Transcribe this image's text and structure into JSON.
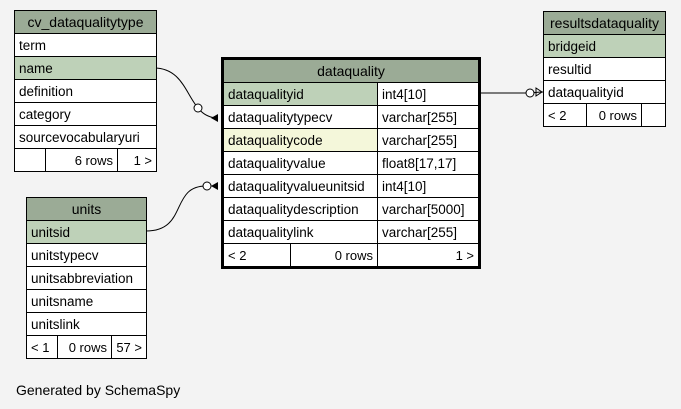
{
  "tables": {
    "cv_dataqualitytype": {
      "name": "cv_dataqualitytype",
      "columns": [
        "term",
        "name",
        "definition",
        "category",
        "sourcevocabularyuri"
      ],
      "footer": {
        "rows": "6 rows",
        "children": "1 >"
      }
    },
    "dataquality": {
      "name": "dataquality",
      "columns": [
        {
          "name": "dataqualityid",
          "type": "int4[10]"
        },
        {
          "name": "dataqualitytypecv",
          "type": "varchar[255]"
        },
        {
          "name": "dataqualitycode",
          "type": "varchar[255]"
        },
        {
          "name": "dataqualityvalue",
          "type": "float8[17,17]"
        },
        {
          "name": "dataqualityvalueunitsid",
          "type": "int4[10]"
        },
        {
          "name": "dataqualitydescription",
          "type": "varchar[5000]"
        },
        {
          "name": "dataqualitylink",
          "type": "varchar[255]"
        }
      ],
      "footer": {
        "parents": "< 2",
        "rows": "0 rows",
        "children": "1 >"
      }
    },
    "units": {
      "name": "units",
      "columns": [
        "unitsid",
        "unitstypecv",
        "unitsabbreviation",
        "unitsname",
        "unitslink"
      ],
      "footer": {
        "parents": "< 1",
        "rows": "0 rows",
        "children": "57 >"
      }
    },
    "resultsdataquality": {
      "name": "resultsdataquality",
      "columns": [
        "bridgeid",
        "resultid",
        "dataqualityid"
      ],
      "footer": {
        "parents": "< 2",
        "rows": "0 rows"
      }
    }
  },
  "caption": "Generated by SchemaSpy",
  "colors": {
    "header": "#9bab96",
    "primary_key": "#bed1b8",
    "index": "#f4f7da",
    "background": "#f3f3f3"
  }
}
